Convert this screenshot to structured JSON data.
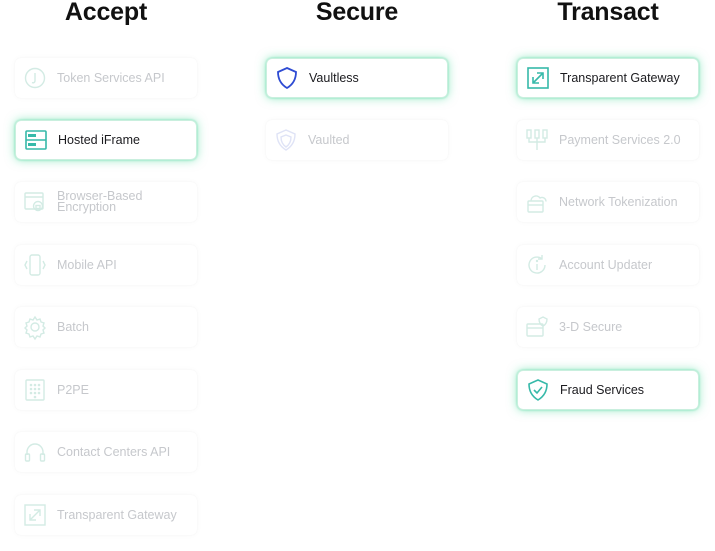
{
  "columns": {
    "accept": {
      "title": "Accept",
      "items": [
        {
          "label": "Token Services API",
          "icon": "token-icon",
          "active": false
        },
        {
          "label": "Hosted iFrame",
          "icon": "iframe-icon",
          "active": true
        },
        {
          "label": "Browser-Based Encryption",
          "icon": "browser-lock-icon",
          "active": false
        },
        {
          "label": "Mobile API",
          "icon": "mobile-icon",
          "active": false
        },
        {
          "label": "Batch",
          "icon": "gear-icon",
          "active": false
        },
        {
          "label": "P2PE",
          "icon": "keypad-icon",
          "active": false
        },
        {
          "label": "Contact Centers API",
          "icon": "headset-icon",
          "active": false
        },
        {
          "label": "Transparent Gateway",
          "icon": "expand-arrow-icon",
          "active": false
        }
      ]
    },
    "secure": {
      "title": "Secure",
      "items": [
        {
          "label": "Vaultless",
          "icon": "shield-icon",
          "active": true
        },
        {
          "label": "Vaulted",
          "icon": "shield-vault-icon",
          "active": false
        }
      ]
    },
    "transact": {
      "title": "Transact",
      "items": [
        {
          "label": "Transparent Gateway",
          "icon": "expand-arrow-icon",
          "active": true
        },
        {
          "label": "Payment Services 2.0",
          "icon": "payment-nodes-icon",
          "active": false
        },
        {
          "label": "Network Tokenization",
          "icon": "cloud-card-icon",
          "active": false
        },
        {
          "label": "Account Updater",
          "icon": "refresh-info-icon",
          "active": false
        },
        {
          "label": "3-D Secure",
          "icon": "card-shield-icon",
          "active": false
        },
        {
          "label": "Fraud Services",
          "icon": "shield-check-icon",
          "active": true
        }
      ]
    }
  },
  "colors": {
    "active_glow": "#40d696",
    "active_icon": "#36b9a9",
    "vault_icon": "#2e4bd3",
    "inactive_text": "#c6c8cc",
    "active_text": "#1b1b1f"
  }
}
